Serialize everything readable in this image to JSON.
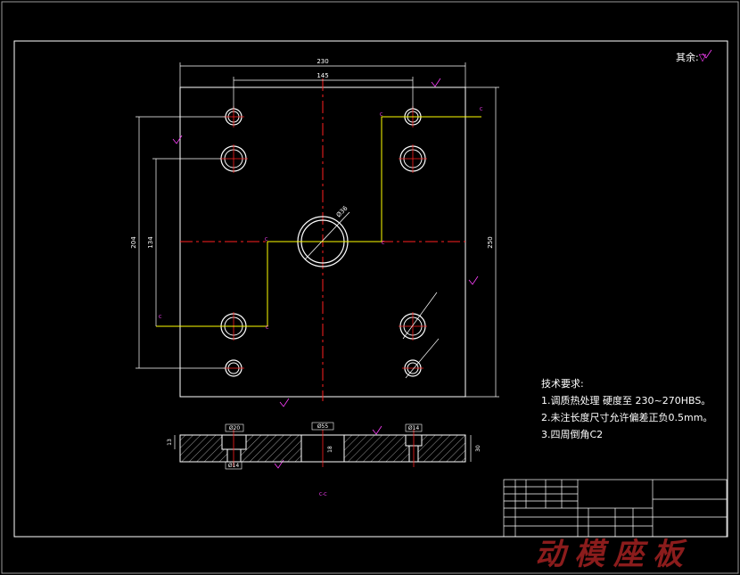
{
  "drawing": {
    "rough_label": "其余:",
    "tech_title": "技术要求:",
    "tech_items": [
      "1.调质热处理 硬度至 230~270HBS。",
      "2.未注长度尺寸允许偏差正负0.5mm。",
      "3.四周倒角C2"
    ],
    "watermark": "动模座板",
    "dims": {
      "top_overall": "230",
      "top_holes": "145",
      "left_outer": "204",
      "left_inner": "134",
      "right_overall": "250",
      "center_dia": "Ø36",
      "sec_left": "Ø20",
      "sec_left_bot": "Ø14",
      "sec_center": "Ø55",
      "sec_right": "Ø14",
      "sec_thick_left": "13",
      "sec_thick_right": "30",
      "sec_depth": "18"
    },
    "colors": {
      "outline": "#ffffff",
      "dimension": "#ffff00",
      "centerline": "#ff2020",
      "roughness": "#ff40ff",
      "watermark": "#8b1c1c"
    }
  }
}
